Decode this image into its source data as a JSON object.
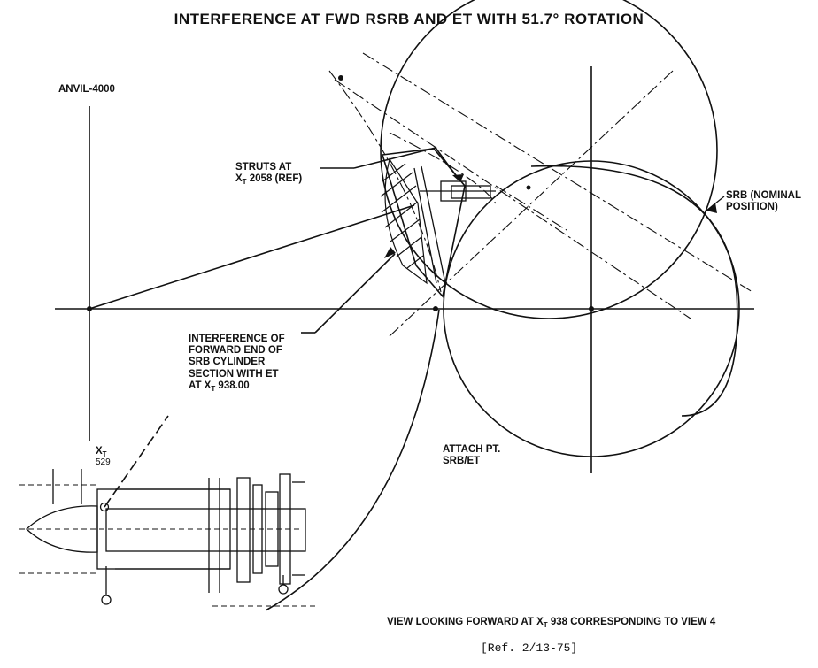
{
  "title": "INTERFERENCE AT FWD RSRB AND ET WITH 51.7° ROTATION",
  "labels": {
    "anvil": "ANVIL-4000",
    "struts_line1": "STRUTS AT",
    "struts_x": "X",
    "struts_sub": "T",
    "struts_rest": " 2058 (REF)",
    "srb_nominal_line1": "SRB (NOMINAL",
    "srb_nominal_line2": "POSITION)",
    "interference_line1": "INTERFERENCE OF",
    "interference_line2": "FORWARD END OF",
    "interference_line3": "SRB CYLINDER",
    "interference_line4": "SECTION WITH ET",
    "interference_line5_a": "AT X",
    "interference_line5_sub": "T",
    "interference_line5_b": " 938.00",
    "xt_label": "X",
    "xt_sub": "T",
    "xt_value": "529",
    "attach_line1": "ATTACH PT.",
    "attach_line2": "SRB/ET",
    "view_a": "VIEW LOOKING FORWARD AT X",
    "view_sub": "T",
    "view_b": " 938 CORRESPONDING TO VIEW 4",
    "reference": "[Ref. 2/13-75]"
  }
}
